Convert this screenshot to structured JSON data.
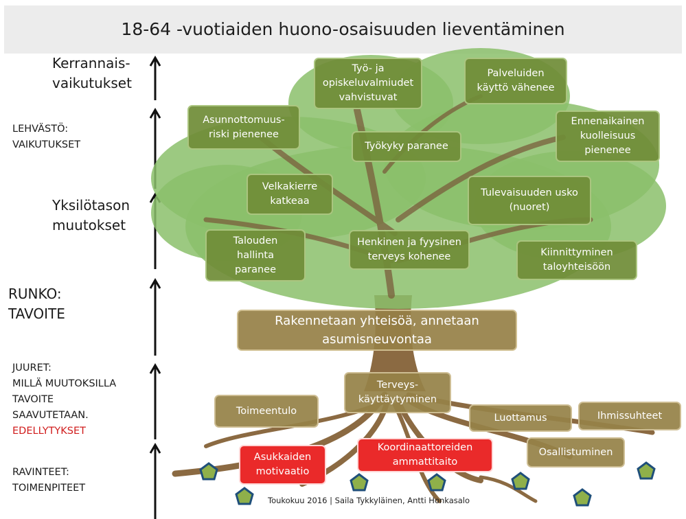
{
  "title": "18-64 -vuotiaiden huono-osaisuuden lieventäminen",
  "side_labels": {
    "kerrannais": "Kerrannais-\nvaikutukset",
    "lehvasto": "LEHVÄSTÖ:\nVAIKUTUKSET",
    "yksilotason": "Yksilötason\nmuutokset",
    "runko": "RUNKO:\nTAVOITE",
    "juuret": "JUURET:\nMILLÄ MUUTOKSILLA\nTAVOITE\nSAAVUTETAAN.",
    "edellytykset": "EDELLYTYKSET",
    "ravinteet": "RAVINTEET:\nTOIMENPITEET"
  },
  "leaves": {
    "tyo_opiskelu": "Työ- ja\nopiskeluvalmiudet\nvahvistuvat",
    "palveluiden": "Palveluiden\nkäyttö vähenee",
    "asunnottomuus": "Asunnottomuus-\nriski pienenee",
    "tyokyky": "Työkyky paranee",
    "ennenaikainen": "Ennenaikainen\nkuolleisuus\npienenee",
    "velkakierre": "Velkakierre\nkatkeaa",
    "tulevaisuus": "Tulevaisuuden usko\n(nuoret)",
    "talous": "Talouden\nhallinta\nparanee",
    "henkinen": "Henkinen ja fyysinen\nterveys kohenee",
    "kiinnittyminen": "Kiinnittyminen\ntaloyhteisöön"
  },
  "trunk_goal": "Rakennetaan yhteisöä, annetaan\nasumisneuvontaa",
  "roots": {
    "terveys": "Terveys-\nkäyttäytyminen",
    "toimeentulo": "Toimeentulo",
    "luottamus": "Luottamus",
    "ihmissuhteet": "Ihmissuhteet",
    "osallistuminen": "Osallistuminen"
  },
  "nutrients": {
    "asukkaiden": "Asukkaiden\nmotivaatio",
    "koordinaattoreiden": "Koordinaattoreiden\nammattitaito"
  },
  "footer": "Toukokuu 2016 | Saila Tykkyläinen, Antti Honkasalo",
  "colors": {
    "canopy": "#8bbf6b",
    "leaf_box": "#708d38",
    "trunk": "#8b6a42",
    "root_box": "#968248",
    "red_box": "#ea2a2a",
    "pentagon": "#8fb04a",
    "pentagon_stroke": "#1f4f7a",
    "edellytykset_text": "#d01c1c"
  }
}
